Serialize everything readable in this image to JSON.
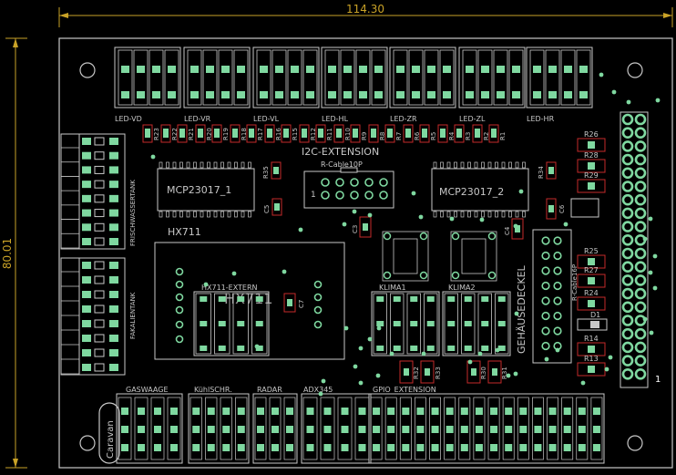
{
  "dimensions": {
    "width_label": "114.30",
    "height_label": "80.01"
  },
  "colors": {
    "background": "#000000",
    "outline": "#c8c8c8",
    "dimension": "#c9a227",
    "pad": "#7fd8a0",
    "part": "#c42a2a",
    "via": "#7fd8a0"
  },
  "labels": {
    "i2c_extension": "I2C-EXTENSION",
    "r_cable": "R-Cable10P",
    "mcp1": "MCP23017_1",
    "mcp2": "MCP23017_2",
    "hx711": "HX711",
    "hx711_extern": "HX711-EXTERN",
    "hx711_big": "HX711",
    "klima1": "KLIMA1",
    "klima2": "KLIMA2",
    "gehaeusedeckel": "GEHÄUSEDECKEL",
    "cable_16p": "R-Cable16P",
    "frischwassertank": "FRISCHWASSERTANK",
    "fakalientank": "FAKALIENTANK",
    "pin_one": "1",
    "pin_one_right": "1",
    "logo": "Caravan"
  },
  "led_labels": [
    "LED-VD",
    "LED-VR",
    "LED-VL",
    "LED-HL",
    "LED-ZR",
    "LED-ZL",
    "LED-HR"
  ],
  "bottom_labels": [
    "GASWAAGE",
    "KühlSCHR.",
    "RADAR",
    "ADX345",
    "GPIO_EXTENSION"
  ],
  "resistors_top": [
    "R23",
    "R22",
    "R21",
    "R20",
    "R19",
    "R18",
    "R17",
    "R16",
    "R15",
    "R12",
    "R11",
    "R10",
    "R9",
    "R8",
    "R7",
    "R6",
    "R5",
    "R4",
    "R3",
    "R2",
    "R1"
  ],
  "resistors_right": [
    "R26",
    "R28",
    "R29",
    "R25",
    "R27",
    "R24",
    "R14",
    "R13"
  ],
  "parts_misc": [
    "R35",
    "C5",
    "C3",
    "C4",
    "R34",
    "C6",
    "C7",
    "R32",
    "R33",
    "R30",
    "R31",
    "D1"
  ]
}
